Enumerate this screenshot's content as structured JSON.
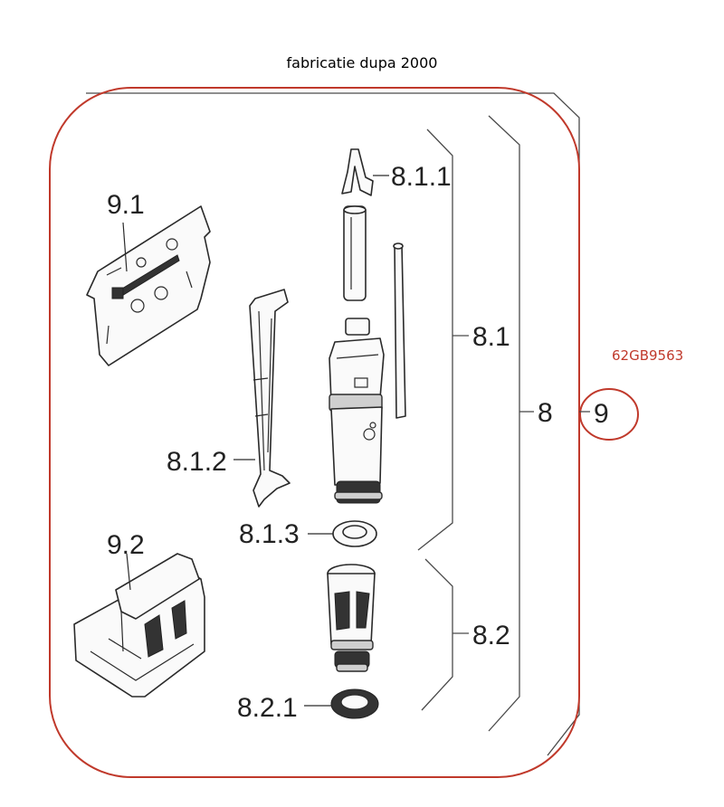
{
  "caption": "fabricatie dupa 2000",
  "product_code": "62GB9563",
  "labels": {
    "p811": "8.1.1",
    "p91": "9.1",
    "p81": "8.1",
    "p8": "8",
    "p9": "9",
    "p812": "8.1.2",
    "p813": "8.1.3",
    "p92": "9.2",
    "p82": "8.2",
    "p821": "8.2.1"
  },
  "colors": {
    "frame": "#c0392b",
    "line": "#2a2a2a",
    "code": "#c0392b"
  }
}
